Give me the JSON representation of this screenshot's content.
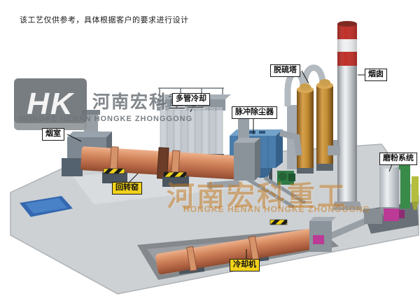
{
  "disclaimer": "该工艺仅供参考，具体根据客户的要求进行设计",
  "watermarks": {
    "logo_initials": "HK",
    "company_cn": "河南宏科重工",
    "company_en": "HONGKE HENAN HONGKE ZHONGGONG",
    "center_company_cn": "河南宏科重工",
    "center_company_en": "HONGKE HENAN HONGKE ZHONGGONG"
  },
  "equipment_labels": {
    "smoke_chamber": "烟室",
    "rotary_kiln": "回转窑",
    "multi_tube_cooler": "多管冷却",
    "pulse_dust_collector": "脉冲除尘器",
    "desulfurization_tower": "脱硫塔",
    "chimney": "烟囱",
    "grinding_system": "磨粉系统",
    "cooler": "冷却机"
  },
  "colors": {
    "kiln_salmon": "#c97e55",
    "dust_blue": "#4a7dab",
    "tower_orange": "#bf8a32",
    "chimney_red": "#bf3028",
    "hazard_yellow": "#f2d21a",
    "watermark_orange": "#c87a1e",
    "watermark_gray": "#6d7378",
    "pipe_green": "#3a8a4a",
    "magenta_equipment": "#bb3a96",
    "basin_blue": "#3468b0"
  }
}
